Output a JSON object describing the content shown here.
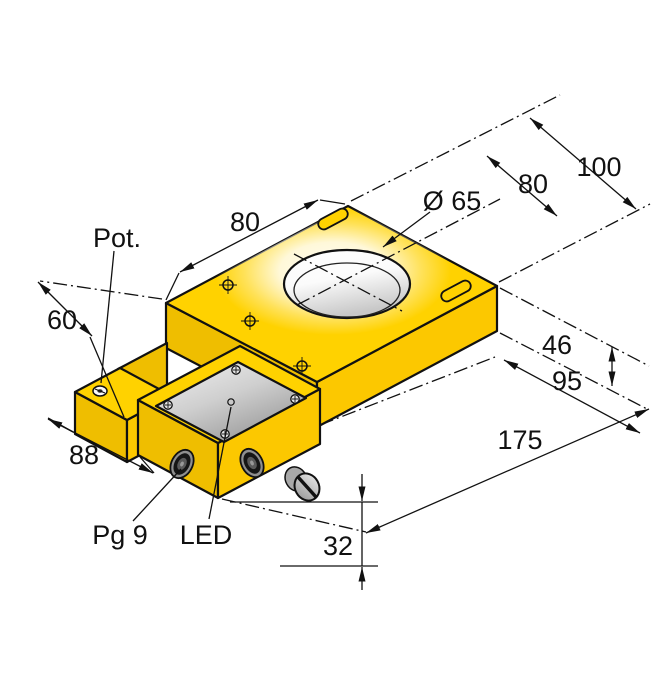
{
  "drawing": {
    "title": "Ring sensor isometric dimensional drawing",
    "background": "#ffffff",
    "colors": {
      "body_top": "#ffd200",
      "body_left": "#efbe00",
      "body_right": "#fcc800",
      "plate_light": "#f2f2f2",
      "plate_dark": "#989898",
      "line": "#111111"
    },
    "labels": {
      "overall_width_100": "100",
      "hole_offset_80": "80",
      "edge_80": "80",
      "hole_diameter": "Ø 65",
      "pot": "Pot.",
      "depth_60": "60",
      "thickness_46": "46",
      "length_95": "95",
      "overall_length_175": "175",
      "length_88": "88",
      "cable_gland": "Pg 9",
      "led": "LED",
      "height_32": "32"
    }
  }
}
